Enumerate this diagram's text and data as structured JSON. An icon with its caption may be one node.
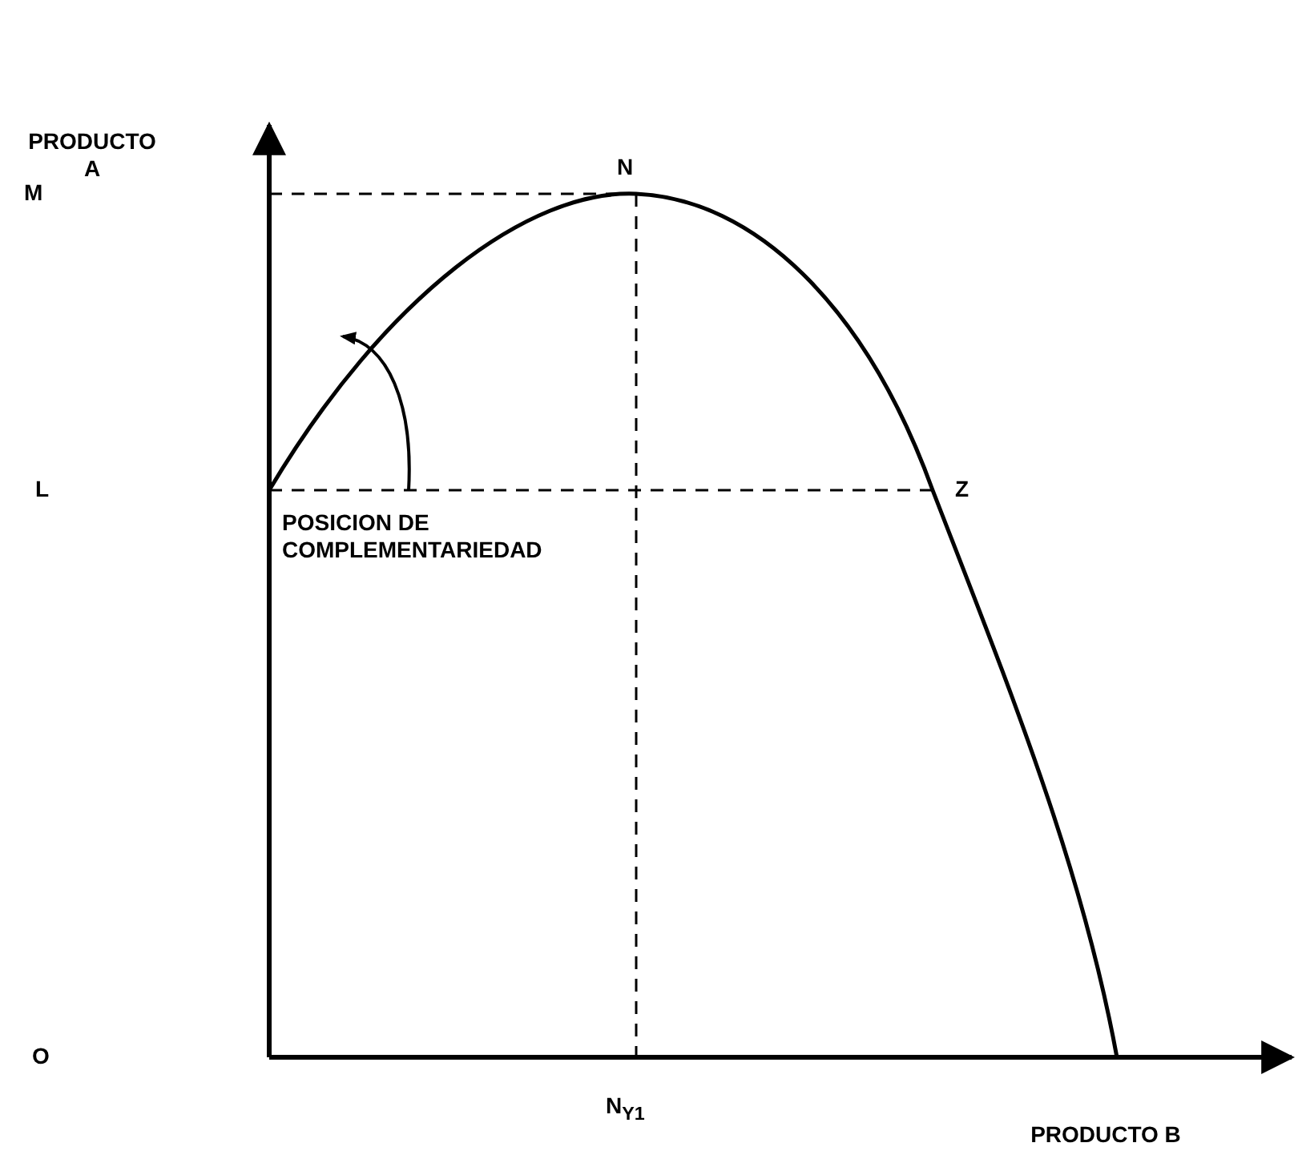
{
  "diagram": {
    "labels": [
      "PRODUCTO A",
      "M",
      "N",
      "L",
      "Z",
      "POSICION DE COMPLEMENTARIEDAD",
      "O",
      "N$_{Y1}$",
      "PRODUCTO B"
    ]
  }
}
